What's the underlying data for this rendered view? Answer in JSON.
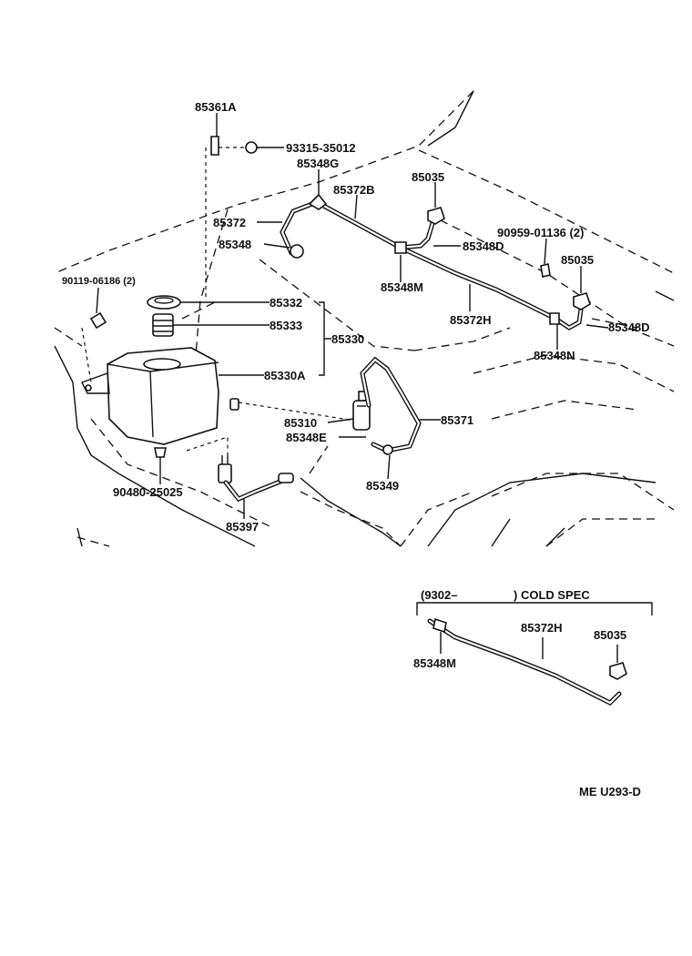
{
  "labels": {
    "p85361A": "85361A",
    "p93315": "93315-35012",
    "p85348G": "85348G",
    "p85372B": "85372B",
    "p85035a": "85035",
    "p85372": "85372",
    "p85348": "85348",
    "p90959": "90959-01136 (2)",
    "p85348D_a": "85348D",
    "p85035b": "85035",
    "p90119": "90119-06186 (2)",
    "p85332": "85332",
    "p85348M": "85348M",
    "p85333": "85333",
    "p85372H": "85372H",
    "p85348D_b": "85348D",
    "p85330": "85330",
    "p85348N": "85348N",
    "p85330A": "85330A",
    "p85310": "85310",
    "p85371": "85371",
    "p85348E": "85348E",
    "p85349": "85349",
    "p90480": "90480-25025",
    "p85397": "85397"
  },
  "inset": {
    "header_open": "(9302–",
    "header_close": ") COLD SPEC",
    "p85372H": "85372H",
    "p85035": "85035",
    "p85348M": "85348M"
  },
  "diagram_code": "ME  U293-D"
}
